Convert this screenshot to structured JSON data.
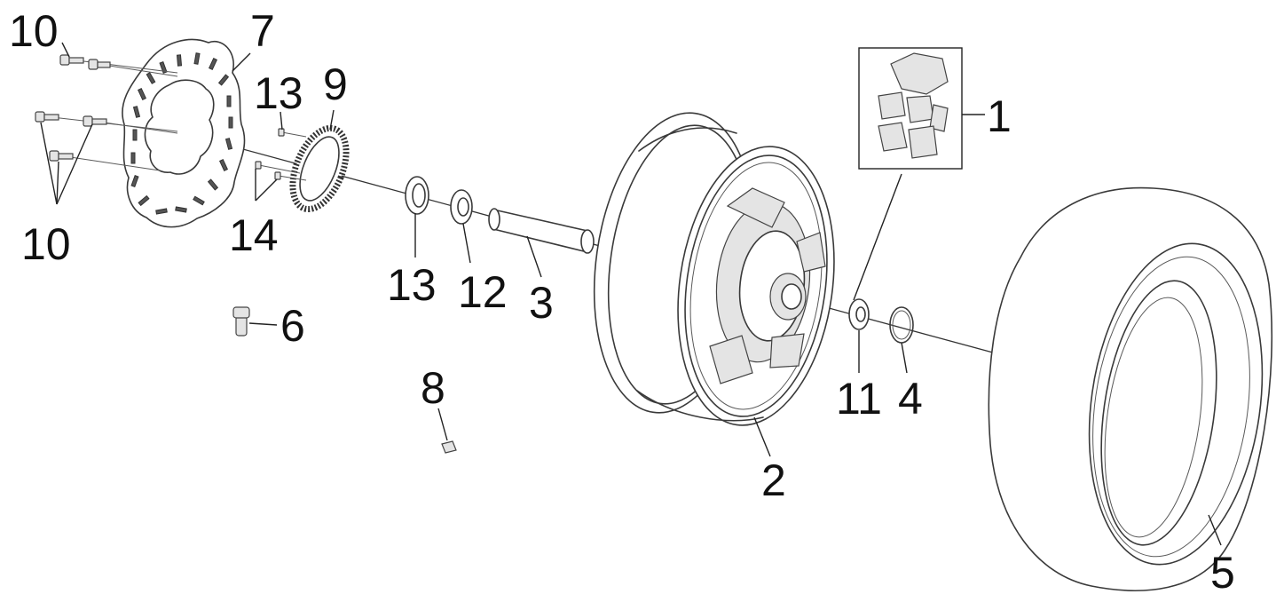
{
  "diagram": {
    "type": "exploded-parts-diagram",
    "callouts": {
      "p1": "1",
      "p2": "2",
      "p3": "3",
      "p4": "4",
      "p5": "5",
      "p6": "6",
      "p7": "7",
      "p8": "8",
      "p9": "9",
      "p10_top": "10",
      "p10_bottom": "10",
      "p11": "11",
      "p12": "12",
      "p13_top": "13",
      "p13_mid": "13",
      "p14": "14"
    }
  }
}
